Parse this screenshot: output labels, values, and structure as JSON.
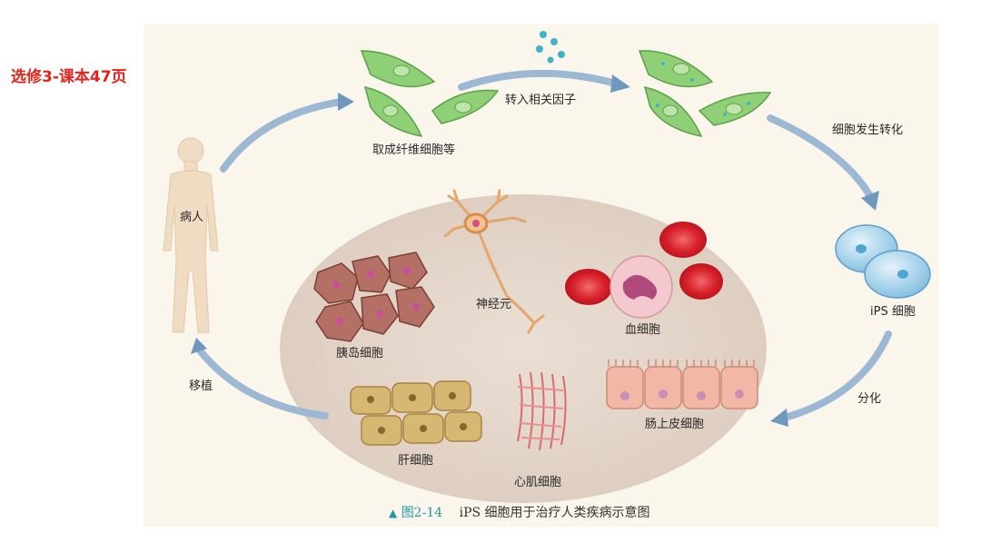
{
  "side_note": "选修3-课本47页",
  "labels": {
    "patient": "病人",
    "fibroblast": "取成纤维细胞等",
    "factors": "转入相关因子",
    "transform": "细胞发生转化",
    "ips": "iPS 细胞",
    "differentiate": "分化",
    "transplant": "移植",
    "neuron": "神经元",
    "islet": "胰岛细胞",
    "blood": "血细胞",
    "intestine": "肠上皮细胞",
    "liver": "肝细胞",
    "cardiac": "心肌细胞"
  },
  "caption": {
    "marker": "▲",
    "number": "图2-14",
    "text": "iPS 细胞用于治疗人类疾病示意图"
  },
  "colors": {
    "side_note": "#e8231b",
    "arrow": "#7fa4c4",
    "ellipse": "#e4d6ca",
    "fibroblast": "#8fcf75",
    "ips": "#a9d5ee",
    "blood": "#d8212b",
    "islet": "#b47064",
    "liver": "#d7b872",
    "intestine": "#f2b8a5",
    "caption_accent": "#1f9aa6"
  }
}
